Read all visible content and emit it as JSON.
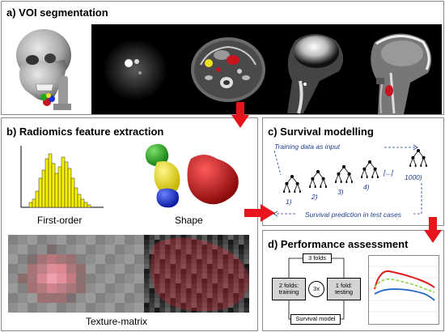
{
  "panels": {
    "a": {
      "title": "a) VOI segmentation"
    },
    "b": {
      "title": "b) Radiomics feature extraction",
      "first_order": "First-order",
      "shape": "Shape",
      "texture": "Texture-matrix"
    },
    "c": {
      "title": "c) Survival modelling",
      "training": "Training data as input",
      "prediction": "Survival prediction in test cases",
      "ellipsis": "[...]",
      "tree_labels": [
        "1)",
        "2)",
        "3)",
        "4)",
        "1000)"
      ]
    },
    "d": {
      "title": "d) Performance assessment",
      "folds": "3 folds",
      "train_line1": "2 folds:",
      "train_line2": "training",
      "repeat": "3x",
      "test_line1": "1 fold:",
      "test_line2": "testing",
      "model": "Survival model"
    }
  },
  "colors": {
    "arrow": "#e8141b",
    "tumor": "#c8141e",
    "node_yellow": "#f0e020",
    "node_green": "#22a820",
    "node_blue": "#1a30d0",
    "histogram": "#f5f000",
    "curve_red": "#e01a1a",
    "curve_green": "#8cd24a",
    "curve_blue": "#1e64c8",
    "blue_text": "#1f3f8f"
  }
}
